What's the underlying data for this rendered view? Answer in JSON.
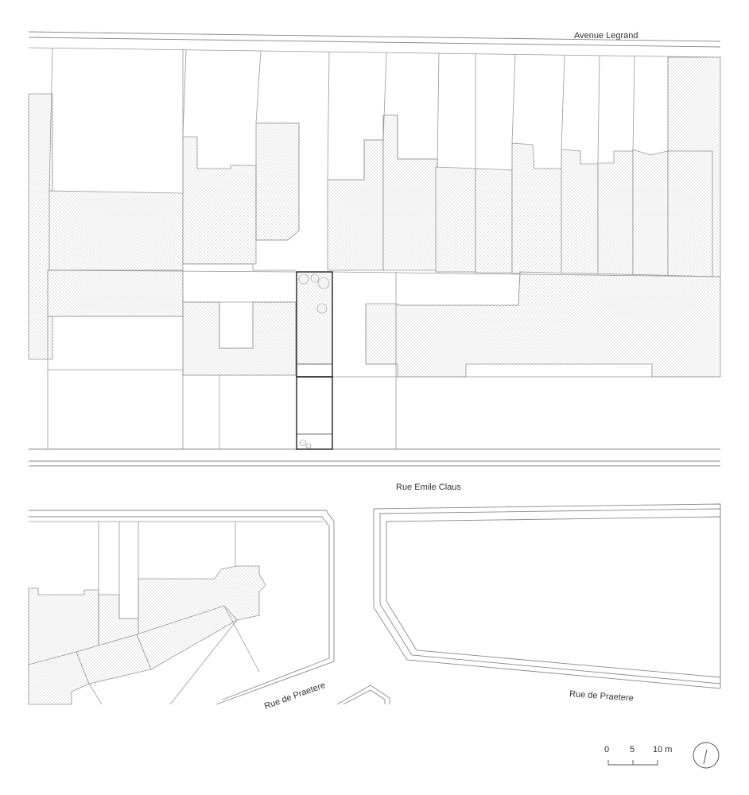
{
  "map": {
    "streets": [
      {
        "id": "avenue-legrand",
        "name": "Avenue Legrand"
      },
      {
        "id": "rue-emile-claus",
        "name": "Rue Emile Claus"
      },
      {
        "id": "rue-de-praetere-west",
        "name": "Rue de Praetere"
      },
      {
        "id": "rue-de-praetere-east",
        "name": "Rue de Praetere"
      }
    ],
    "scale_bar": {
      "ticks": [
        "0",
        "5",
        "10 m"
      ]
    },
    "north_arrow": {
      "icon": "north-arrow-icon"
    },
    "colors": {
      "line": "#9a9a9a",
      "site_outline": "#222222",
      "dot_fill": "#8c8c8c",
      "background": "#ffffff"
    }
  }
}
